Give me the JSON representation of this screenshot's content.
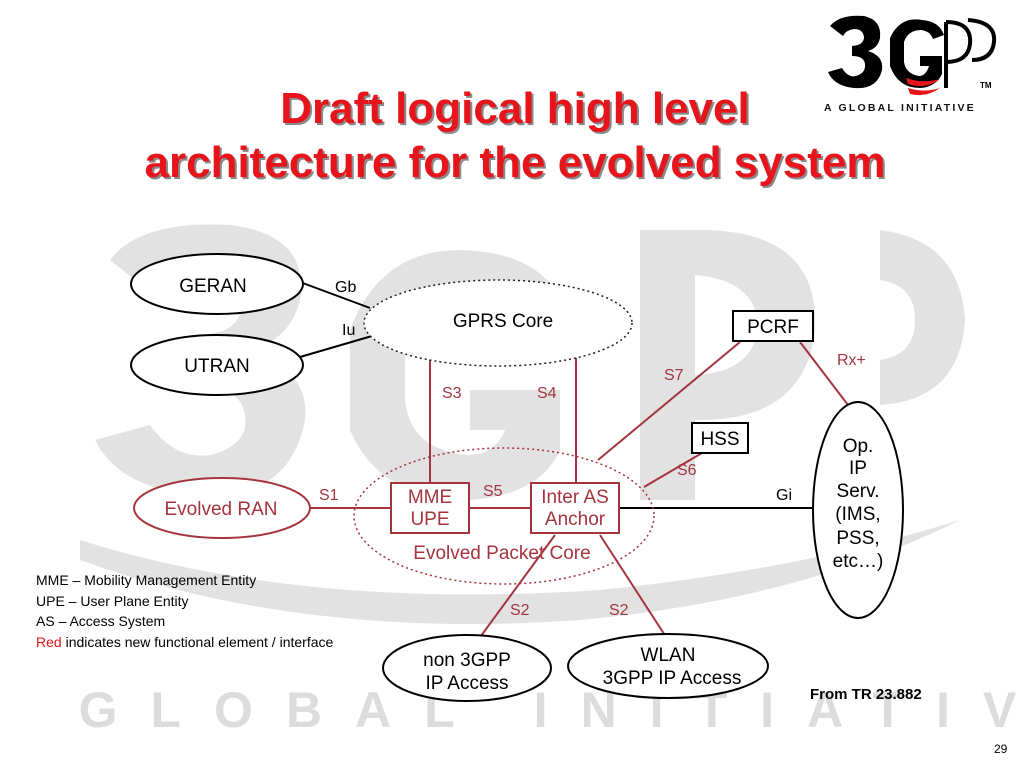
{
  "slide": {
    "title_line1": "Draft logical high level",
    "title_line2": "architecture for the evolved system",
    "page_number": "29",
    "source_note": "From TR 23.882",
    "colors": {
      "title": "#e8141b",
      "new_element": "#a5343f",
      "watermark": "#dedede"
    }
  },
  "logo": {
    "wordmark": "3GPP",
    "tagline": "A GLOBAL INITIATIVE",
    "trademark": "TM",
    "watermark_text": "A GLOBAL INITIATIVE"
  },
  "legend": {
    "lines": [
      "MME – Mobility Management Entity",
      "UPE – User Plane Entity",
      "AS –  Access System"
    ],
    "red_word": "Red",
    "red_rest": " indicates new functional element / interface"
  },
  "nodes": {
    "geran": "GERAN",
    "utran": "UTRAN",
    "gprs_core": "GPRS Core",
    "pcrf": "PCRF",
    "hss": "HSS",
    "evolved_ran": "Evolved RAN",
    "mme_upe": [
      "MME",
      "UPE"
    ],
    "inter_as_anchor": [
      "Inter AS",
      "Anchor"
    ],
    "evolved_packet_core": "Evolved Packet Core",
    "op_ip_serv": [
      "Op.",
      "IP",
      "Serv.",
      "(IMS,",
      "PSS,",
      "etc…)"
    ],
    "non_3gpp": [
      "non 3GPP",
      "IP Access"
    ],
    "wlan": [
      "WLAN",
      "3GPP IP Access"
    ]
  },
  "interfaces": {
    "gb": "Gb",
    "iu": "Iu",
    "s1": "S1",
    "s2a": "S2",
    "s2b": "S2",
    "s3": "S3",
    "s4": "S4",
    "s5": "S5",
    "s6": "S6",
    "s7": "S7",
    "rx": "Rx+",
    "gi": "Gi"
  }
}
